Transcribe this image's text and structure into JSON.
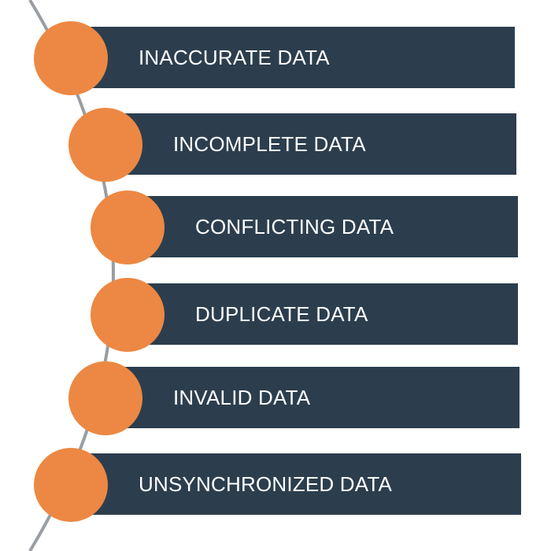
{
  "colors": {
    "background": "#ffffff",
    "bar": "#2c3e4e",
    "circle": "#ec8843",
    "curve": "#999ea3",
    "text": "#ffffff"
  },
  "items": [
    {
      "label": "INACCURATE DATA"
    },
    {
      "label": "INCOMPLETE DATA"
    },
    {
      "label": "CONFLICTING DATA"
    },
    {
      "label": "DUPLICATE DATA"
    },
    {
      "label": "INVALID DATA"
    },
    {
      "label": "UNSYNCHRONIZED DATA"
    }
  ]
}
